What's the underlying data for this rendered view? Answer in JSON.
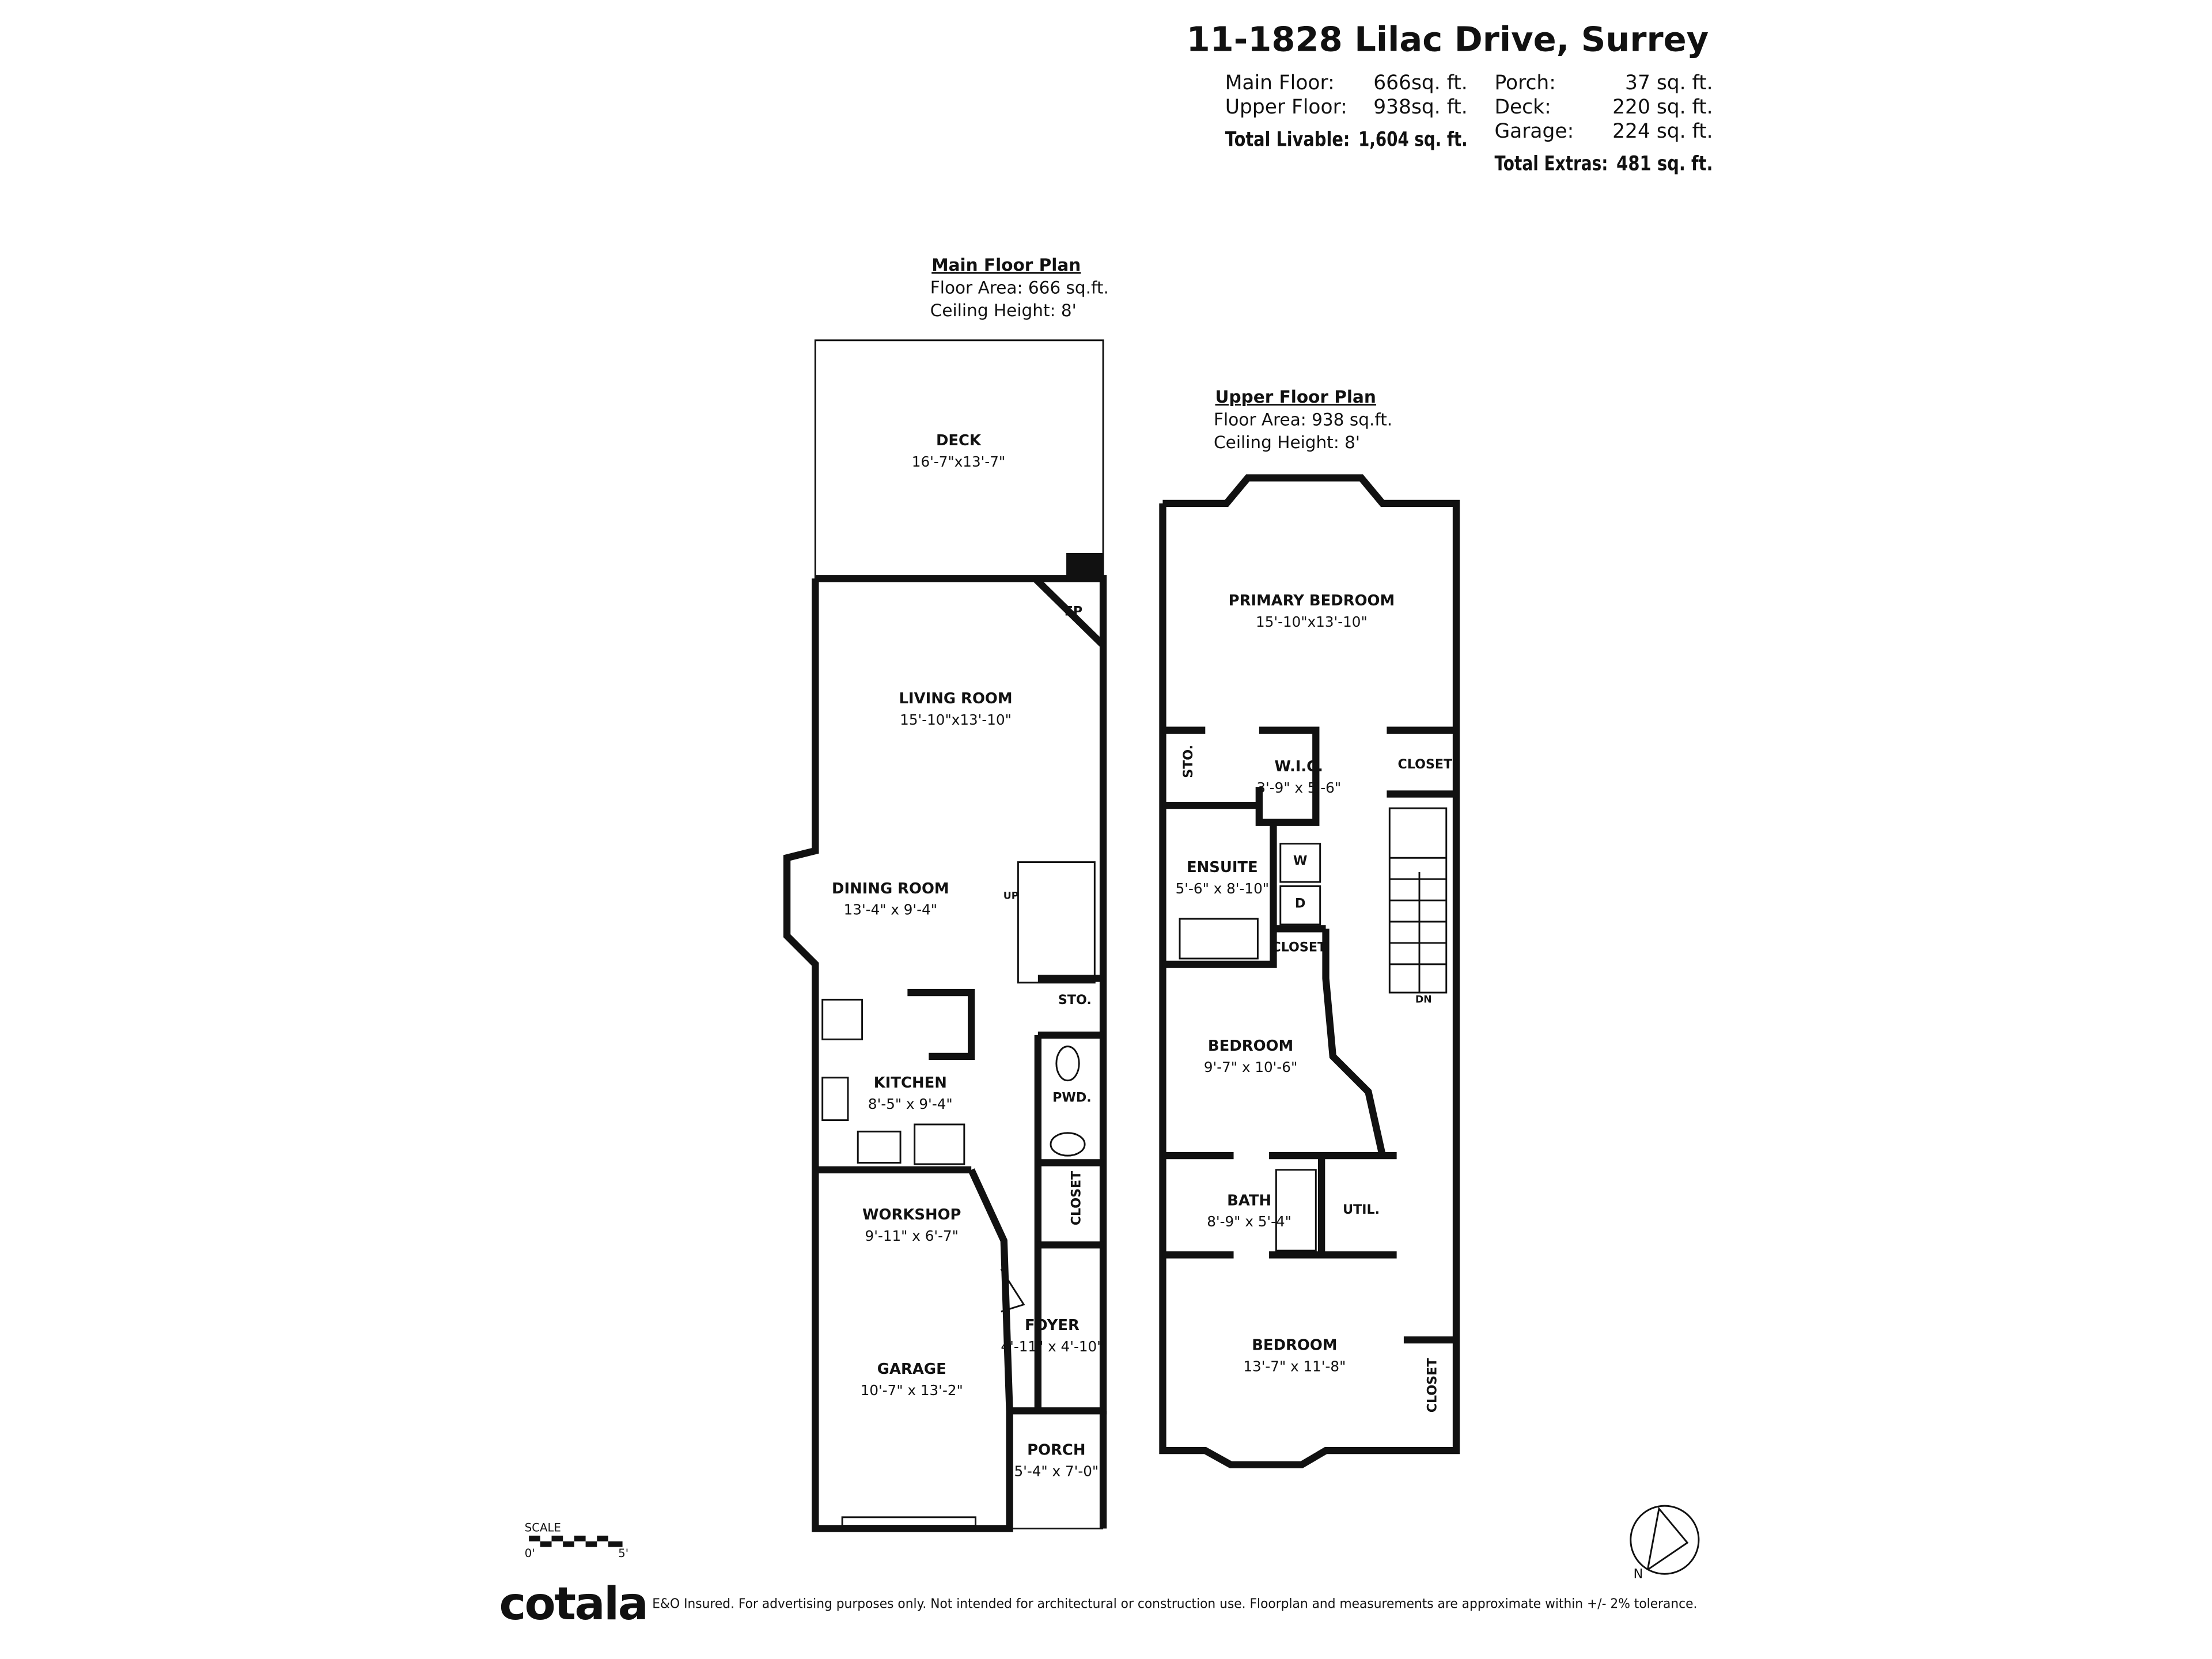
{
  "header": {
    "title": "11-1828 Lilac Drive, Surrey",
    "main_floor_label": "Main Floor:",
    "main_floor_value": "666sq. ft.",
    "upper_floor_label": "Upper Floor:",
    "upper_floor_value": "938sq. ft.",
    "total_livable_label": "Total Livable:",
    "total_livable_value": "1,604 sq. ft.",
    "porch_label": "Porch:",
    "porch_value": "37 sq. ft.",
    "deck_label": "Deck:",
    "deck_value": "220 sq. ft.",
    "garage_label": "Garage:",
    "garage_value": "224 sq. ft.",
    "total_extras_label": "Total Extras:",
    "total_extras_value": "481 sq. ft."
  },
  "main_plan": {
    "title": "Main Floor Plan",
    "area": "Floor Area: 666 sq.ft.",
    "ceiling": "Ceiling Height: 8'"
  },
  "upper_plan": {
    "title": "Upper Floor Plan",
    "area": "Floor Area: 938 sq.ft.",
    "ceiling": "Ceiling Height: 8'"
  },
  "rooms": [
    {
      "name": "DECK",
      "dims": "16'-7\"x13'-7\""
    },
    {
      "name": "LIVING ROOM",
      "dims": "15'-10\"x13'-10\""
    },
    {
      "name": "DINING ROOM",
      "dims": "13'-4\" x 9'-4\""
    },
    {
      "name": "KITCHEN",
      "dims": "8'-5\" x 9'-4\""
    },
    {
      "name": "WORKSHOP",
      "dims": "9'-11\" x 6'-7\""
    },
    {
      "name": "GARAGE",
      "dims": "10'-7\" x 13'-2\""
    },
    {
      "name": "FOYER",
      "dims": "4'-11\" x 4'-10\""
    },
    {
      "name": "PORCH",
      "dims": "5'-4\" x 7'-0\""
    },
    {
      "name": "PRIMARY BEDROOM",
      "dims": "15'-10\"x13'-10\""
    },
    {
      "name": "W.I.C.",
      "dims": "3'-9\" x 5'-6\""
    },
    {
      "name": "ENSUITE",
      "dims": "5'-6\" x 8'-10\""
    },
    {
      "name": "BEDROOM",
      "dims": "9'-7\" x 10'-6\""
    },
    {
      "name": "BATH",
      "dims": "8'-9\" x 5'-4\""
    },
    {
      "name": "BEDROOM",
      "dims": "13'-7\" x 11'-8\""
    }
  ],
  "small_labels": [
    "FP",
    "STO.",
    "PWD.",
    "CLOSET",
    "UP",
    "CLOSET",
    "STO.",
    "W",
    "D",
    "CLOSET",
    "UTIL.",
    "CLOSET",
    "DN"
  ],
  "scale": {
    "label": "SCALE",
    "start": "0'",
    "end": "5'"
  },
  "compass": {
    "letter": "N"
  },
  "footer": {
    "brand": "cotala",
    "disclaimer": "E&O Insured. For advertising purposes only. Not intended for architectural or construction use. Floorplan and measurements are approximate within +/- 2% tolerance."
  }
}
